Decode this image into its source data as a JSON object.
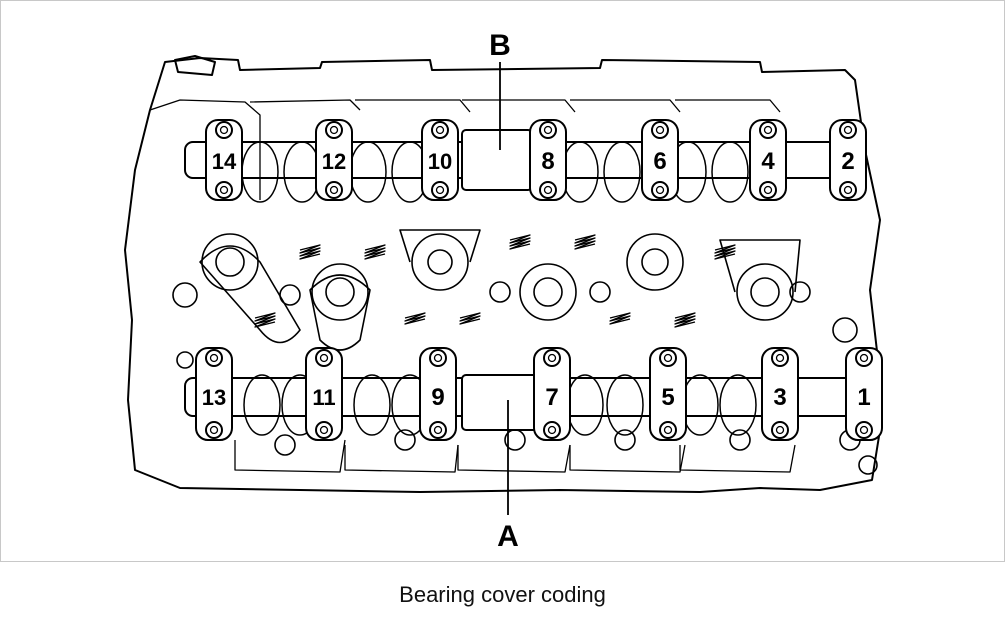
{
  "caption": "Bearing cover coding",
  "callouts": {
    "a": "A",
    "b": "B"
  },
  "bearing_caps": {
    "top": [
      "14",
      "12",
      "10",
      "8",
      "6",
      "4",
      "2"
    ],
    "bottom": [
      "13",
      "11",
      "9",
      "7",
      "5",
      "3",
      "1"
    ]
  }
}
